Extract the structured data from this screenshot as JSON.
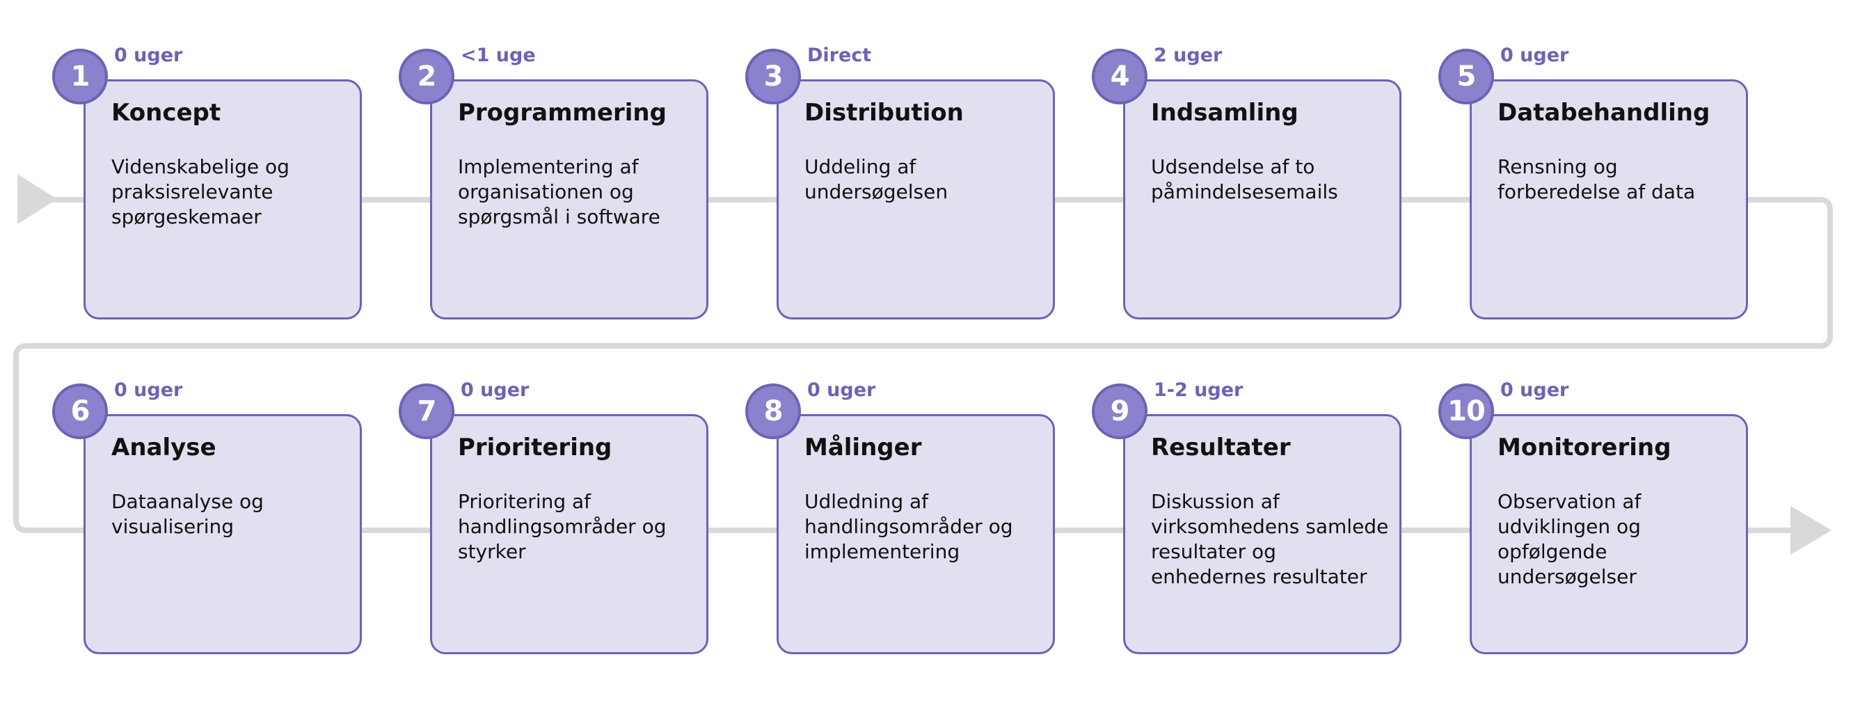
{
  "colors": {
    "card_fill": "#e1e0f0",
    "card_border": "#6c63b5",
    "badge_fill": "#8a82cc",
    "accent_text": "#6c63b5",
    "flow_line": "#d9d9d9"
  },
  "steps": [
    {
      "number": "1",
      "duration": "0 uger",
      "title": "Koncept",
      "description": "Videnskabelige og praksisrelevante spørgeskemaer"
    },
    {
      "number": "2",
      "duration": "<1 uge",
      "title": "Programmering",
      "description": "Implementering af organisationen og spørgsmål i software"
    },
    {
      "number": "3",
      "duration": "Direct",
      "title": "Distribution",
      "description": "Uddeling af undersøgelsen"
    },
    {
      "number": "4",
      "duration": "2 uger",
      "title": "Indsamling",
      "description": "Udsendelse af to påmindelsesemails"
    },
    {
      "number": "5",
      "duration": "0 uger",
      "title": "Databehandling",
      "description": "Rensning og forberedelse af data"
    },
    {
      "number": "6",
      "duration": "0 uger",
      "title": "Analyse",
      "description": "Dataanalyse og visualisering"
    },
    {
      "number": "7",
      "duration": "0 uger",
      "title": "Prioritering",
      "description": "Prioritering af handlingsområder og styrker"
    },
    {
      "number": "8",
      "duration": "0 uger",
      "title": "Målinger",
      "description": "Udledning af handlingsområder og implementering"
    },
    {
      "number": "9",
      "duration": "1-2 uger",
      "title": "Resultater",
      "description": "Diskussion af virksomhedens samlede resultater og enhedernes resultater"
    },
    {
      "number": "10",
      "duration": "0 uger",
      "title": "Monitorering",
      "description": "Observation af udviklingen og opfølgende undersøgelser"
    }
  ]
}
